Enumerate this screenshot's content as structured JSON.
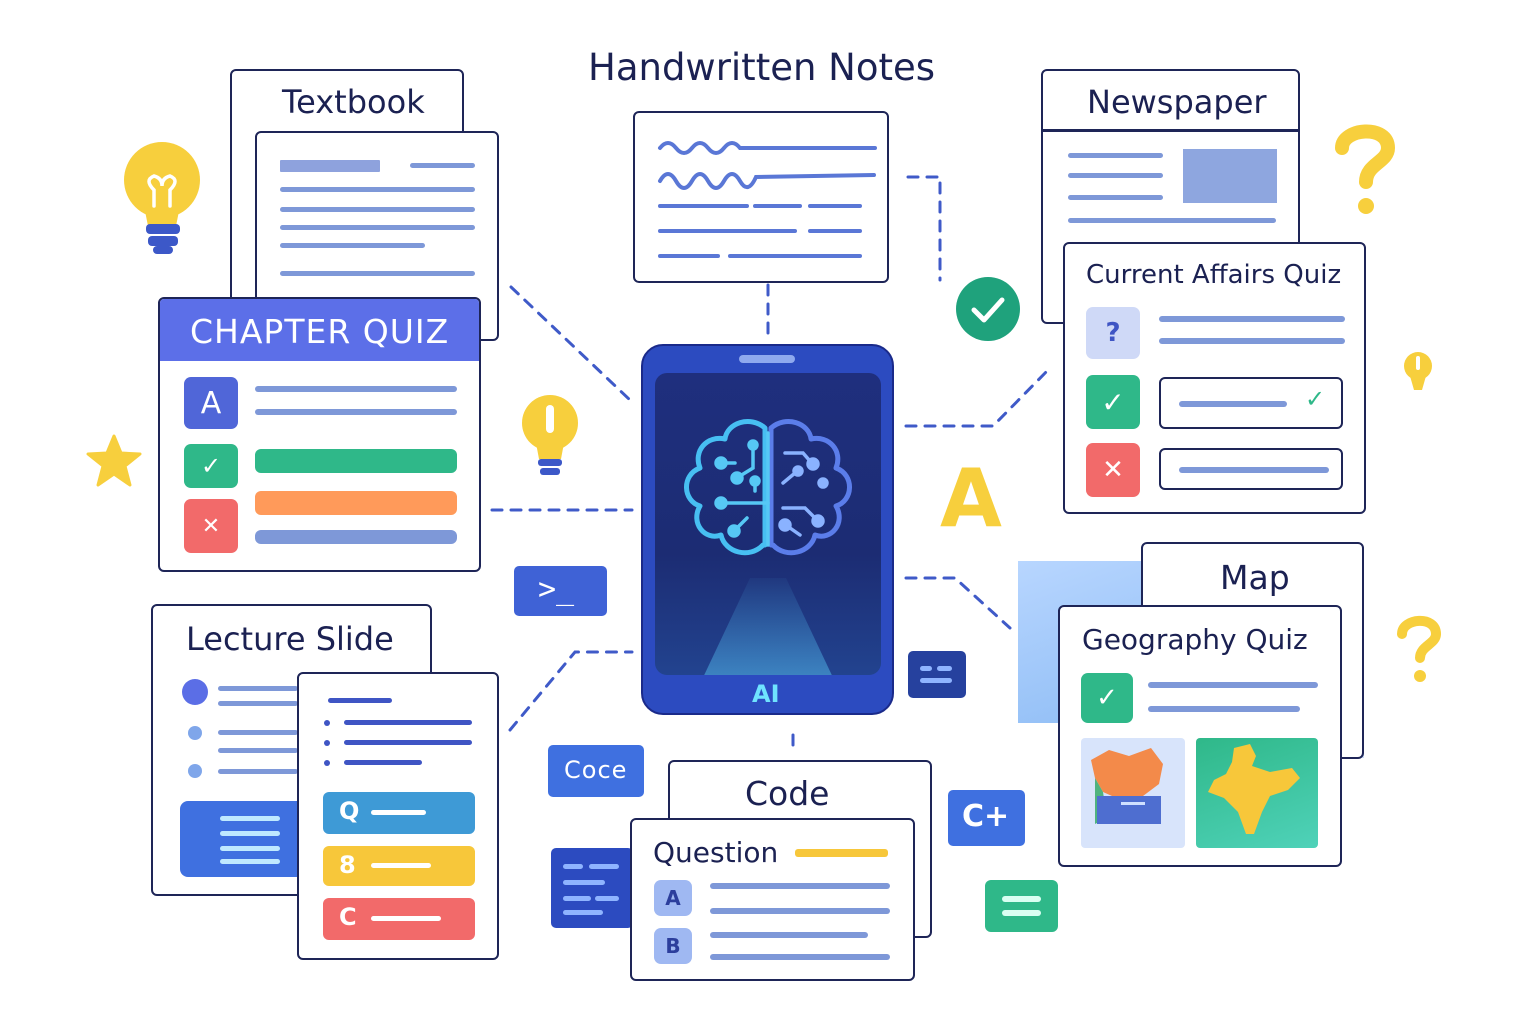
{
  "labels": {
    "handwritten_notes": "Handwritten Notes",
    "textbook": "Textbook",
    "chapter_quiz": "CHAPTER QUIZ",
    "newspaper": "Newspaper",
    "current_affairs_quiz": "Current Affairs Quiz",
    "map": "Map",
    "geography_quiz": "Geography Quiz",
    "lecture_slide": "Lecture Slide",
    "code": "Code",
    "question": "Question",
    "ai": "AI",
    "big_letter": "A",
    "coce_chip": "Coce",
    "cplus_chip": "C+",
    "terminal_chip": ">_"
  },
  "chapter_quiz_options": [
    "A",
    "✓",
    "✕"
  ],
  "current_affairs_badges": [
    "?",
    "✓",
    "✕"
  ],
  "slide_options": [
    "Q",
    "8",
    "C"
  ],
  "question_options": [
    "A",
    "B"
  ],
  "colors": {
    "navy": "#1e2557",
    "accent_blue": "#5b6ee6",
    "green": "#2fb889",
    "orange": "#ff9a5a",
    "red": "#f26a6a",
    "yellow": "#f7cf3d",
    "tablet": "#2c4bc0"
  }
}
